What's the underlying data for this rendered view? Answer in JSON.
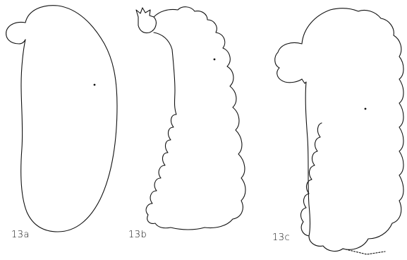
{
  "figures": [
    {
      "id": "13a",
      "label": "13a"
    },
    {
      "id": "13b",
      "label": "13b"
    },
    {
      "id": "13c",
      "label": "13c"
    }
  ],
  "colors": {
    "ink": "#111111",
    "paper": "#ffffff"
  }
}
